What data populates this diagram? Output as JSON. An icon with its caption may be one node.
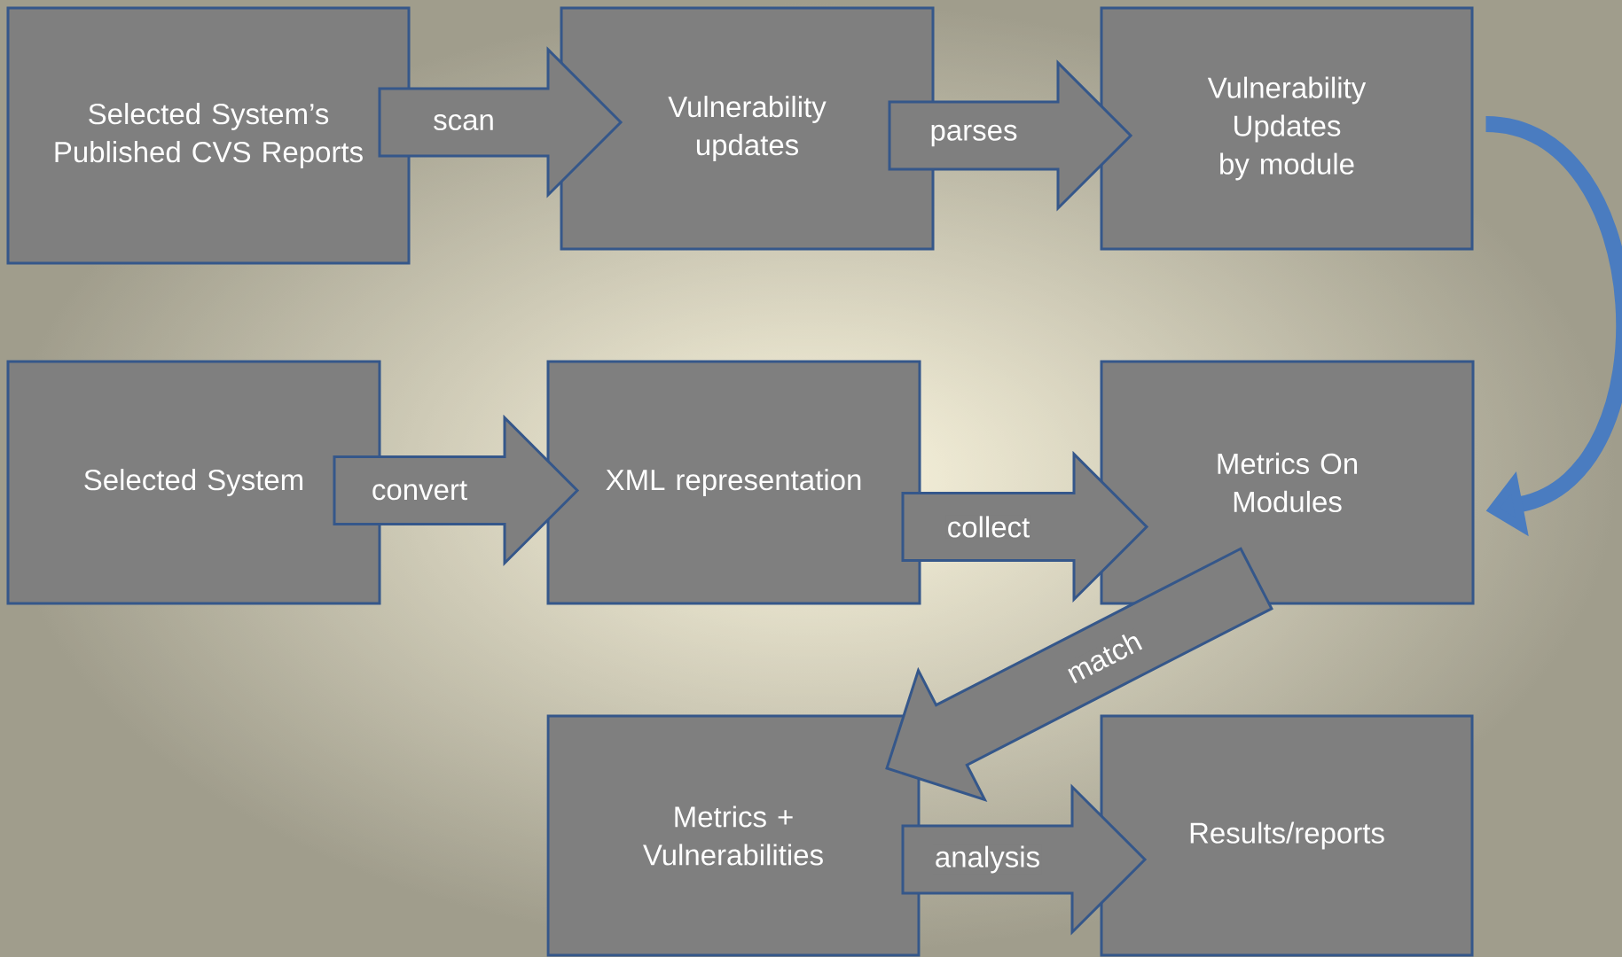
{
  "diagram": {
    "nodes": [
      {
        "text": [
          "Selected System’s Published CVS Reports"
        ]
      },
      {
        "text": [
          "Vulnerability updates"
        ]
      },
      {
        "text": [
          "Vulnerability Updates by module"
        ]
      },
      {
        "text": [
          "Selected System"
        ]
      },
      {
        "text": [
          "XML representation"
        ]
      },
      {
        "text": [
          "Metrics On Modules"
        ]
      },
      {
        "text": [
          "Metrics + Vulnerabilities"
        ]
      },
      {
        "text": [
          "Results/reports"
        ]
      }
    ],
    "edges": [
      {
        "from": 0,
        "to": 1,
        "arrow": "to",
        "label": "scan"
      },
      {
        "from": 1,
        "to": 2,
        "arrow": "to",
        "label": "parses"
      },
      {
        "from": 2,
        "to": 5,
        "arrow": "to",
        "color": "#4a7cc0"
      },
      {
        "from": 3,
        "to": 4,
        "arrow": "to",
        "label": "convert"
      },
      {
        "from": 4,
        "to": 5,
        "arrow": "to",
        "label": "collect"
      },
      {
        "from": 5,
        "to": 6,
        "arrow": "to",
        "label": "match"
      },
      {
        "from": 6,
        "to": 7,
        "arrow": "to",
        "label": "analysis"
      }
    ]
  }
}
